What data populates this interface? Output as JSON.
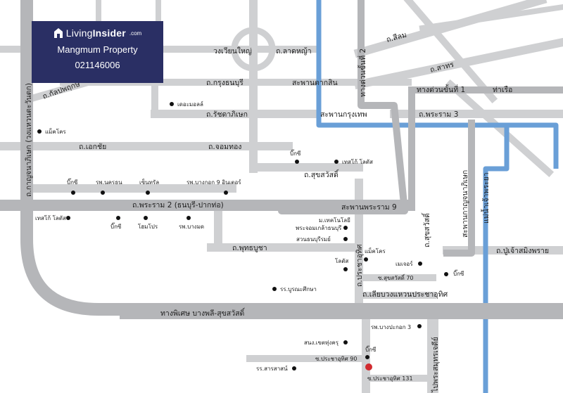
{
  "brand": {
    "logo_prefix": "Living",
    "logo_bold": "Insider",
    "logo_suffix": ".com",
    "project": "Mangmum Property",
    "phone": "021146006"
  },
  "roads": {
    "wongwian_yai": "วงเวียนใหญ่",
    "lat_ya": "ถ.ลาดหญ้า",
    "silom": "ถ.สีลม",
    "sathorn": "ถ.สาทร",
    "expressway2": "ทางด่วนขั้นที่ 2",
    "expressway1": "ทางด่วนขั้นที่ 1",
    "tha_ruea": "ท่าเรือ",
    "kanlapaphruek": "ถ.กัลปพฤกษ์",
    "krung_thonburi": "ถ.กรุงธนบุรี",
    "taksin_bridge": "สะพานตากสิน",
    "ratchadaphisek": "ถ.รัชดาภิเษก",
    "krungthep_bridge": "สะพานกรุงเทพ",
    "rama3": "ถ.พระราม 3",
    "kanchanaphisek": "ถ.กาญจนาภิเษก (วงแหวนตะวันตก)",
    "ekkachai": "ถ.เอกชัย",
    "chom_thong": "ถ.จอมทอง",
    "suksawat": "ถ.สุขสวัสดิ์",
    "rama2": "ถ.พระราม 2 (ธนบุรี-ปากท่อ)",
    "rama9_bridge": "สะพานพระราม 9",
    "suksawat_v": "ถ.สุขสวัสดิ์",
    "kanchanaphisek_rama3": "สะพานกาญจนาภิเษก",
    "chao_phraya": "แม่น้ำเจ้าพระยา",
    "phutthabucha": "ถ.พุทธบูชา",
    "pu_chao": "ถ.ปู่เจ้าสมิงพราย",
    "pracha_uthit_v": "ถ.ประชาอุทิศ",
    "soi_suksawat70": "ซ.สุขสวัสดิ์ 70",
    "liap_wongwaen": "ถ.เลียบวงแหวนประชาอุทิศ",
    "special_route": "ทางพิเศษ บางพลี-สุขสวัสดิ์",
    "phra_samut_chedi": "ไปพระสมุทรเจดีย์",
    "soi_pracha_uthit90": "ซ.ประชาอุทิศ 90",
    "soi_pracha_uthit131": "ซ.ประชาอุทิศ 131"
  },
  "places": {
    "the_mall": "เดอะมอลล์",
    "makro1": "แม็คโคร",
    "big_c_rama2": "บิ๊กซี",
    "big_c_suksawat": "บิ๊กซี",
    "tesco_suksawat": "เทสโก้ โลตัส",
    "hosp_nakhon": "รพ.นครธน",
    "central": "เซ็นทรัล",
    "hosp_bangkok9": "รพ.บางกอก 9 อินเตอร์",
    "tesco_rama2": "เทสโก้ โลตัส",
    "big_c_2": "บิ๊กซี",
    "home_pro": "โฮมโปร",
    "hosp_bangmod": "รพ.บางมด",
    "kmutt": "ม.เทคโนโลยี\nพระจอมเกล้าธนบุรี",
    "kmutt_1": "ม.เทคโนโลยี",
    "kmutt_2": "พระจอมเกล้าธนบุรี",
    "suan_thon": "สวนธนบุรีรมย์",
    "makro2": "แม็คโคร",
    "lotus2": "โลตัส",
    "major": "เมเจอร์",
    "big_c_3": "บิ๊กซี",
    "school_burana": "รร.บูรณะศึกษา",
    "hosp_pracha": "รพ.บางปะกอก 3",
    "coop": "สนง.เขตทุ่งครุ",
    "big_c_4": "บิ๊กซี",
    "school_sarasat": "รร.สารสาสน์"
  },
  "colors": {
    "road": "#c8c9cb",
    "road_major": "#bcbdc0",
    "expressway": "#a8a9ac",
    "river": "#6a9fd7",
    "brand_bg": "#2a2f64",
    "marker": "#d12a2f",
    "poi": "#111111"
  }
}
